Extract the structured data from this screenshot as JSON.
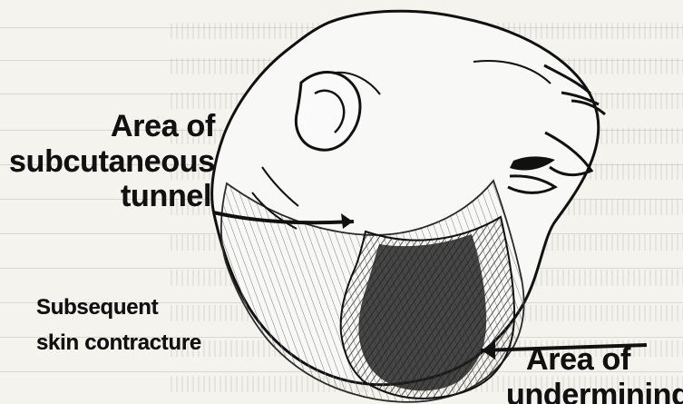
{
  "image": {
    "labels": {
      "area_of": "Area of",
      "subcutaneous": "subcutaneous",
      "tunnel": "tunnel",
      "subsequent": "Subsequent",
      "skin_contracture": "skin contracture",
      "area_of_2": "Area of",
      "undermining": "undermining"
    },
    "colors": {
      "ink": "#111111",
      "paper": "#f5f3ee",
      "ghost_text": "#8d8b86"
    }
  }
}
